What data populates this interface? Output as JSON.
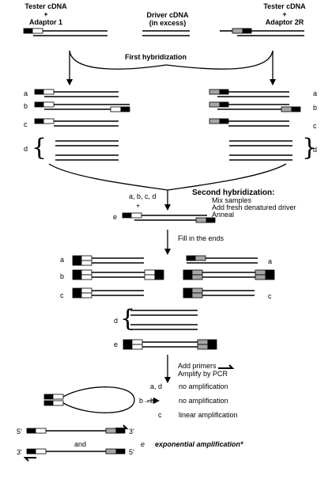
{
  "top": {
    "tester1": {
      "line1": "Tester cDNA",
      "line2": "+",
      "line3": "Adaptor 1"
    },
    "driver": {
      "line1": "Driver cDNA",
      "line2": "(in excess)"
    },
    "tester2": {
      "line1": "Tester cDNA",
      "line2": "+",
      "line3": "Adaptor 2R"
    }
  },
  "first_hybridization": "First hybridization",
  "row_labels": {
    "a": "a",
    "b": "b",
    "c": "c",
    "d": "d",
    "e": "e",
    "bprime": "b→b'"
  },
  "second": {
    "input": "a, b, c, d",
    "plus": "+",
    "title": "Second hybridization:",
    "steps": [
      "Mix samples",
      "Add fresh denatured driver",
      "Anneal"
    ]
  },
  "fill_ends": "Fill in the ends",
  "primers": {
    "line1": "Add primers",
    "line2": "Amplify by PCR"
  },
  "outcomes": {
    "ad_label": "a, d",
    "no_amp": "no amplification",
    "linear": "linear amplification",
    "and": "and",
    "exponential": "exponential amplification*"
  },
  "ends": {
    "five": "5'",
    "three": "3'"
  },
  "colors": {
    "adaptor_outer": "#000000",
    "adaptor1_inner": "#ffffff",
    "adaptor2_inner": "#a6a6a6",
    "line": "#000000"
  }
}
